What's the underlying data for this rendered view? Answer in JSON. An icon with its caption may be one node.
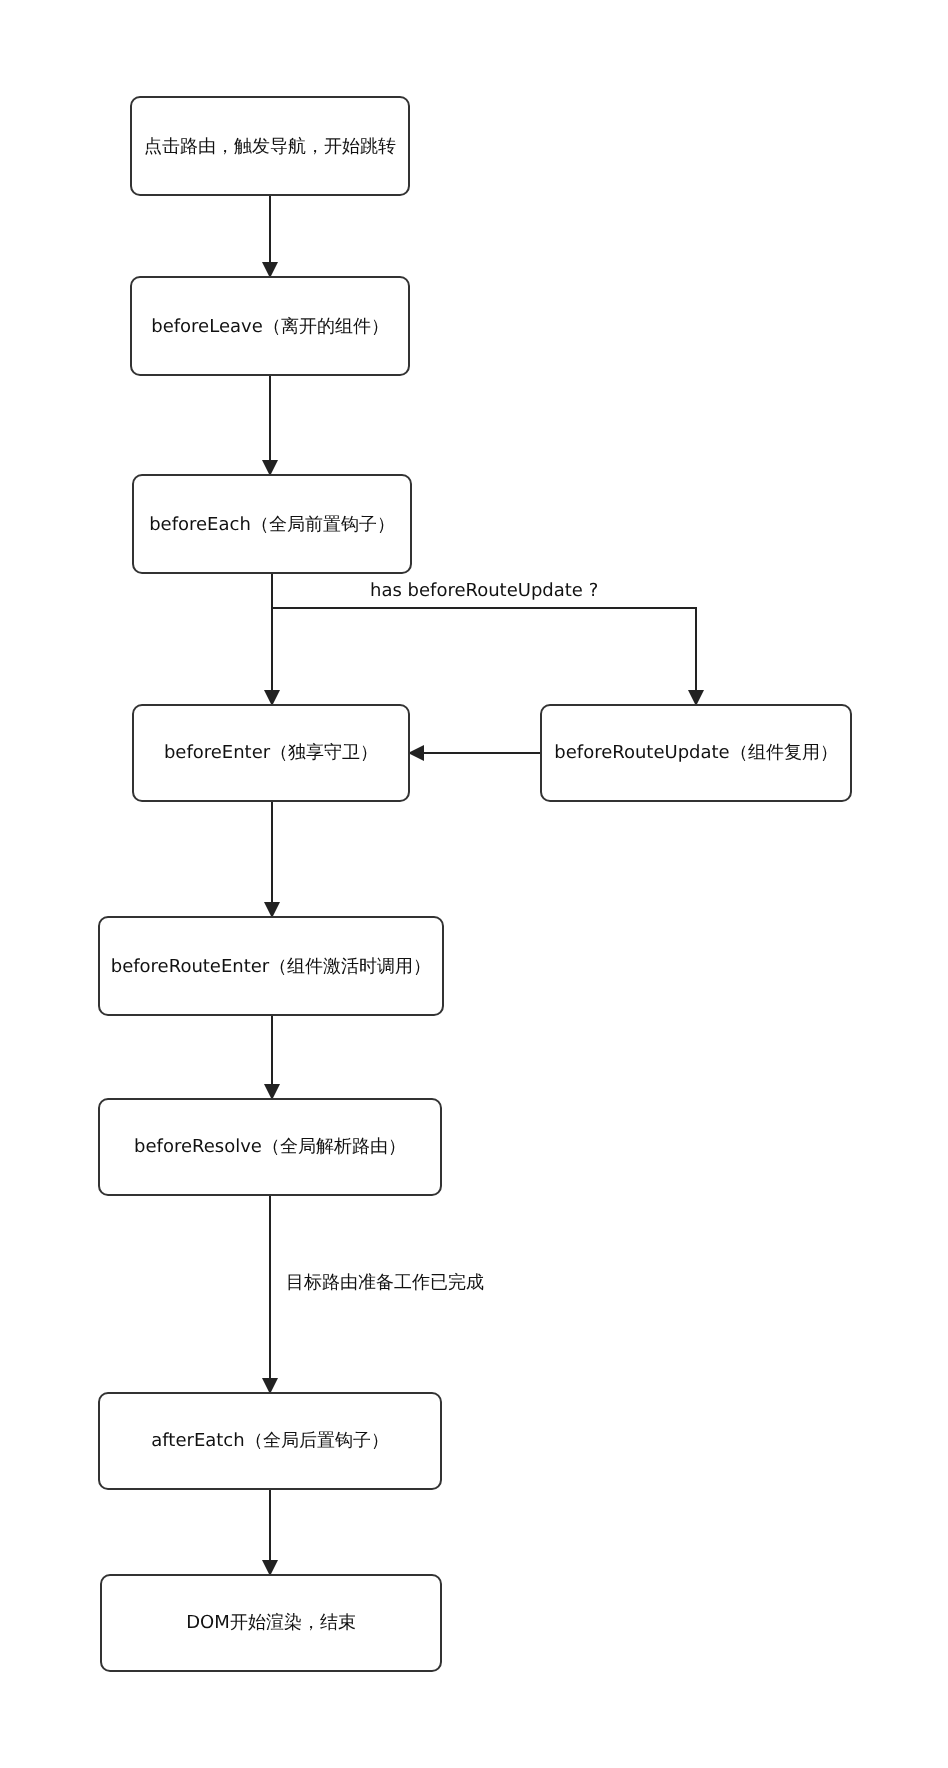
{
  "diagram": {
    "nodes": [
      {
        "text": [
          "点击路由，触发导航，开始跳转"
        ]
      },
      {
        "text": [
          "beforeLeave（离开的组件）"
        ]
      },
      {
        "text": [
          "beforeEach（全局前置钩子）"
        ]
      },
      {
        "text": [
          "beforeEnter（独享守卫）"
        ]
      },
      {
        "text": [
          "beforeRouteUpdate（组件复用）"
        ]
      },
      {
        "text": [
          "beforeRouteEnter（组件激活时调用）"
        ]
      },
      {
        "text": [
          "beforeResolve（全局解析路由）"
        ]
      },
      {
        "text": [
          "afterEatch（全局后置钩子）"
        ]
      },
      {
        "text": [
          "DOM开始渲染，结束"
        ]
      }
    ],
    "edges": [
      {
        "from": 0,
        "to": 1,
        "arrow": "to"
      },
      {
        "from": 1,
        "to": 2,
        "arrow": "to"
      },
      {
        "from": 2,
        "to": 3,
        "arrow": "to"
      },
      {
        "from": 2,
        "to": 4,
        "arrow": "to",
        "label": "has beforeRouteUpdate ?"
      },
      {
        "from": 4,
        "to": 3,
        "arrow": "to"
      },
      {
        "from": 3,
        "to": 5,
        "arrow": "to"
      },
      {
        "from": 5,
        "to": 6,
        "arrow": "to"
      },
      {
        "from": 6,
        "to": 7,
        "arrow": "to",
        "label": "目标路由准备工作已完成"
      },
      {
        "from": 7,
        "to": 8,
        "arrow": "to"
      }
    ]
  }
}
